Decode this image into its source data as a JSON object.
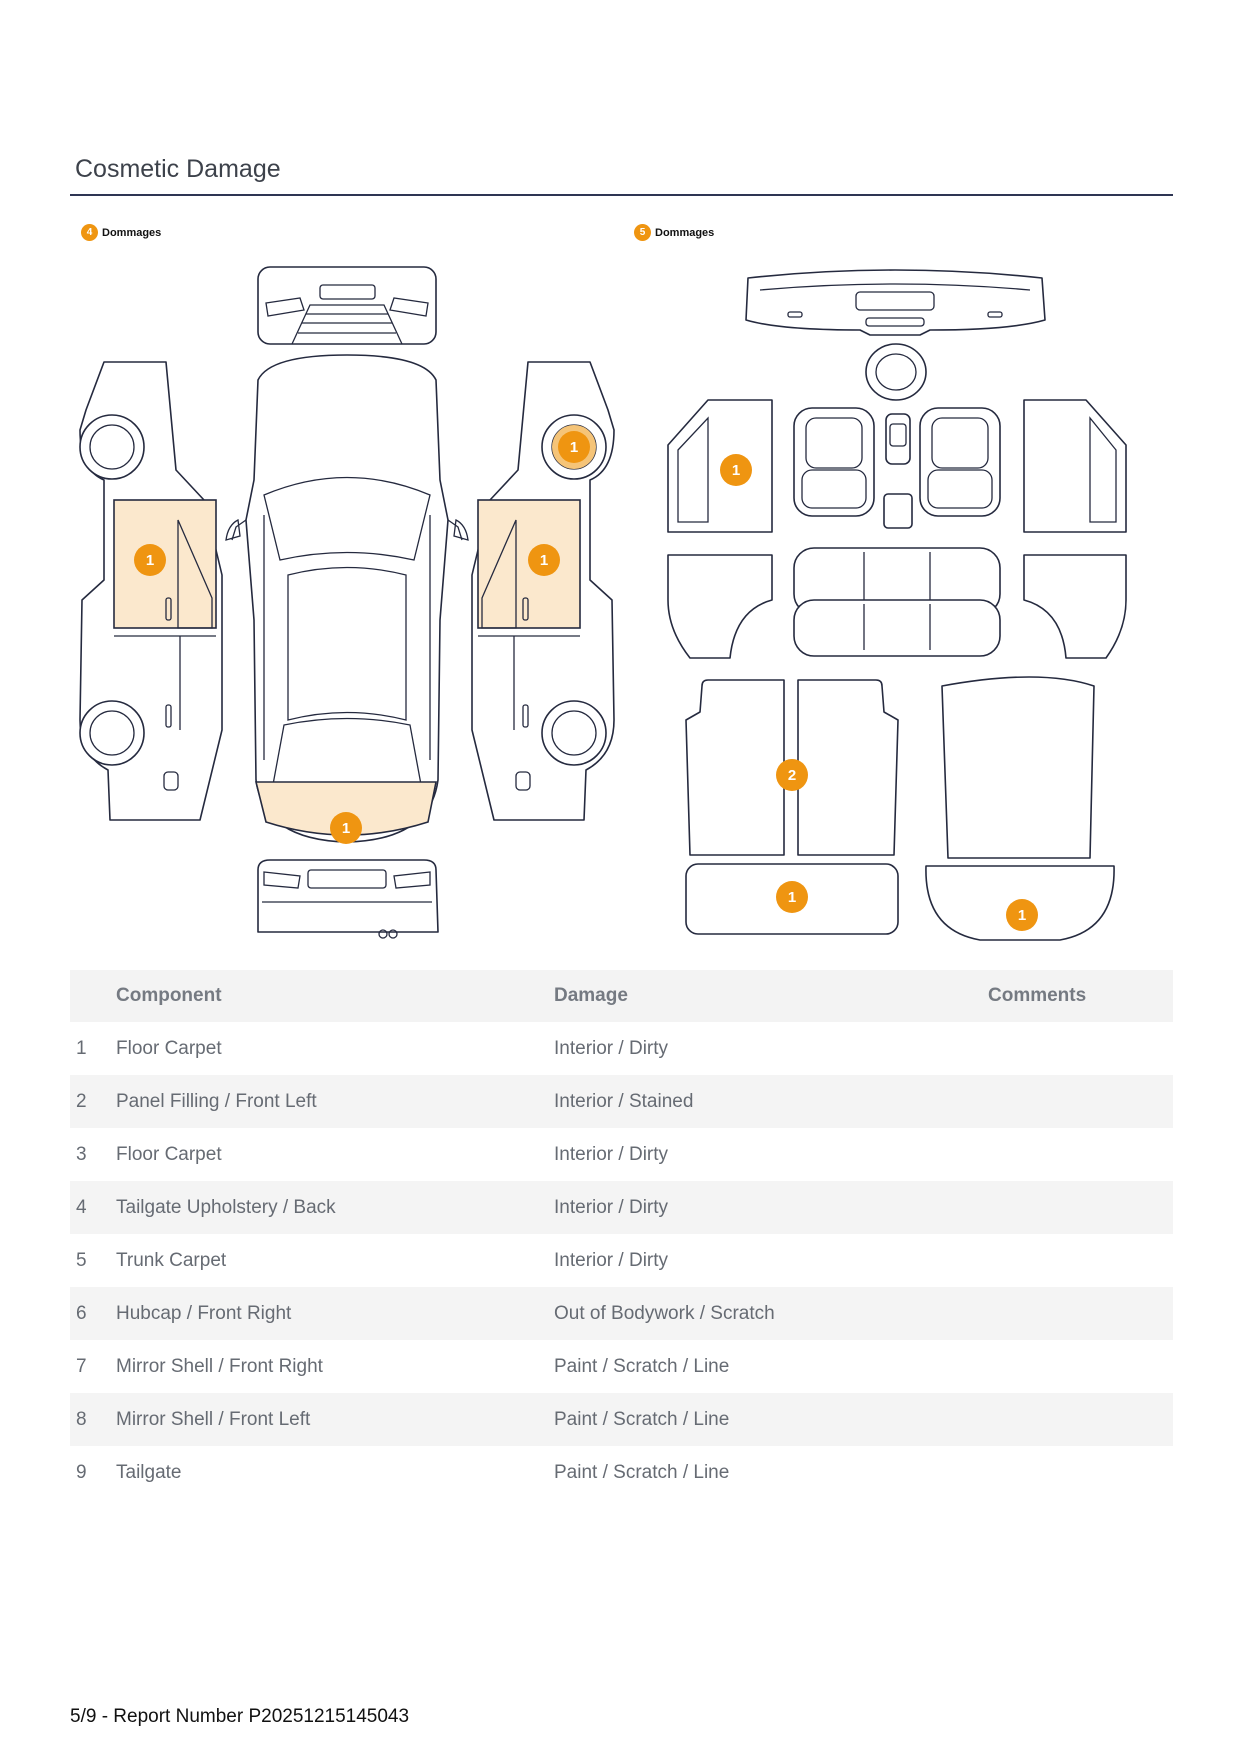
{
  "section": {
    "title": "Cosmetic Damage"
  },
  "legends": {
    "exterior": {
      "count": "4",
      "label": "Dommages"
    },
    "interior": {
      "count": "5",
      "label": "Dommages"
    }
  },
  "markers": {
    "hubcap_front_right": "1",
    "front_left_door": "1",
    "front_right_door": "1",
    "rear_bumper": "1",
    "front_left_panel": "1",
    "rear_floor_mats": "2",
    "rear_mat": "1",
    "trunk_floor": "1"
  },
  "colors": {
    "accent": "#ef9511",
    "highlight": "#fbe8cd",
    "rule": "#2e3553"
  },
  "table": {
    "headers": {
      "number": "",
      "component": "Component",
      "damage": "Damage",
      "comments": "Comments"
    },
    "rows": [
      {
        "number": "1",
        "component": "Floor Carpet",
        "damage": "Interior / Dirty",
        "comments": ""
      },
      {
        "number": "2",
        "component": "Panel Filling / Front Left",
        "damage": "Interior / Stained",
        "comments": ""
      },
      {
        "number": "3",
        "component": "Floor Carpet",
        "damage": "Interior / Dirty",
        "comments": ""
      },
      {
        "number": "4",
        "component": "Tailgate Upholstery / Back",
        "damage": "Interior / Dirty",
        "comments": ""
      },
      {
        "number": "5",
        "component": "Trunk Carpet",
        "damage": "Interior / Dirty",
        "comments": ""
      },
      {
        "number": "6",
        "component": "Hubcap / Front Right",
        "damage": "Out of Bodywork / Scratch",
        "comments": ""
      },
      {
        "number": "7",
        "component": "Mirror Shell / Front Right",
        "damage": "Paint / Scratch / Line",
        "comments": ""
      },
      {
        "number": "8",
        "component": "Mirror Shell / Front Left",
        "damage": "Paint / Scratch / Line",
        "comments": ""
      },
      {
        "number": "9",
        "component": "Tailgate",
        "damage": "Paint / Scratch / Line",
        "comments": ""
      }
    ]
  },
  "footer": {
    "text": "5/9 - Report Number P20251215145043"
  }
}
